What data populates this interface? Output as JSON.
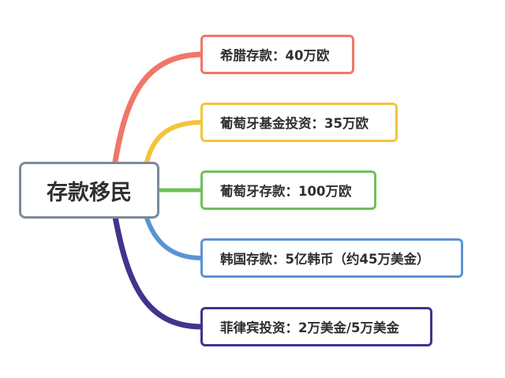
{
  "root": {
    "label": "存款移民"
  },
  "topics": [
    {
      "label": "希腊存款：40万欧",
      "color": "#f0766a"
    },
    {
      "label": "葡萄牙基金投资：35万欧",
      "color": "#f5c33b"
    },
    {
      "label": "葡萄牙存款：100万欧",
      "color": "#6dc05a"
    },
    {
      "label": "韩国存款：5亿韩币（约45万美金）",
      "color": "#5b93d3"
    },
    {
      "label": "菲律宾投资：2万美金/5万美金",
      "color": "#40348c"
    }
  ]
}
